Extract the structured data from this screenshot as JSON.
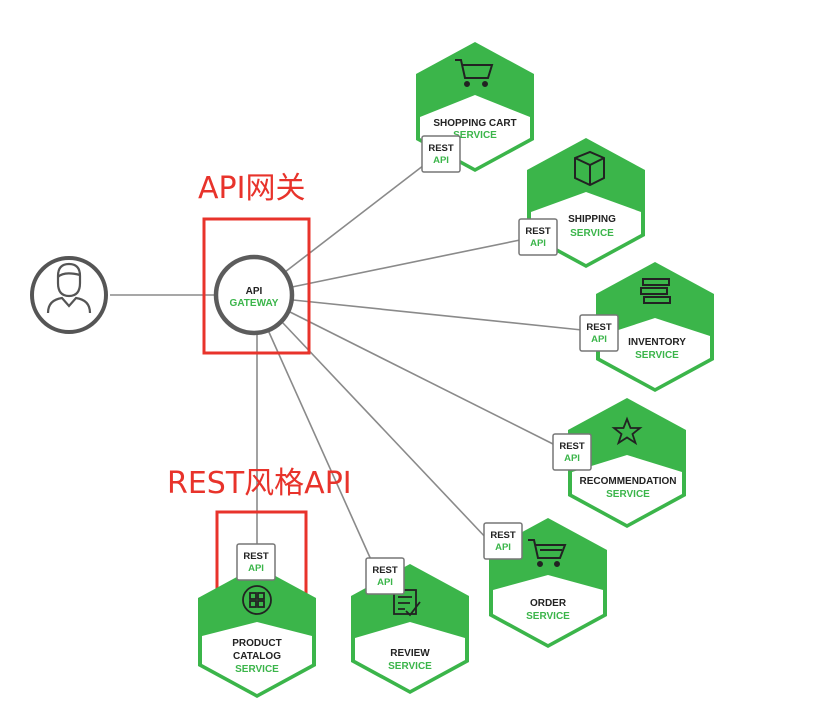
{
  "colors": {
    "accent": "#3bb54a",
    "annotation": "#e8332b",
    "line": "#8a8a8a",
    "text": "#222222"
  },
  "annotations": {
    "gateway": "API网关",
    "rest": "REST风格API"
  },
  "client": {
    "icon": "user-icon"
  },
  "gateway": {
    "line1": "API",
    "line2": "GATEWAY"
  },
  "rest_badge": {
    "line1": "REST",
    "line2": "API"
  },
  "services": {
    "shopping_cart": {
      "title": [
        "SHOPPING CART"
      ],
      "subtitle": "SERVICE",
      "icon": "cart-icon"
    },
    "shipping": {
      "title": [
        "SHIPPING"
      ],
      "subtitle": "SERVICE",
      "icon": "box-icon"
    },
    "inventory": {
      "title": [
        "INVENTORY"
      ],
      "subtitle": "SERVICE",
      "icon": "stack-icon"
    },
    "recommendation": {
      "title": [
        "RECOMMENDATION"
      ],
      "subtitle": "SERVICE",
      "icon": "star-icon"
    },
    "order": {
      "title": [
        "ORDER"
      ],
      "subtitle": "SERVICE",
      "icon": "order-cart-icon"
    },
    "review": {
      "title": [
        "REVIEW"
      ],
      "subtitle": "SERVICE",
      "icon": "review-icon"
    },
    "product_catalog": {
      "title": [
        "PRODUCT",
        "CATALOG"
      ],
      "subtitle": "SERVICE",
      "icon": "catalog-icon"
    }
  }
}
